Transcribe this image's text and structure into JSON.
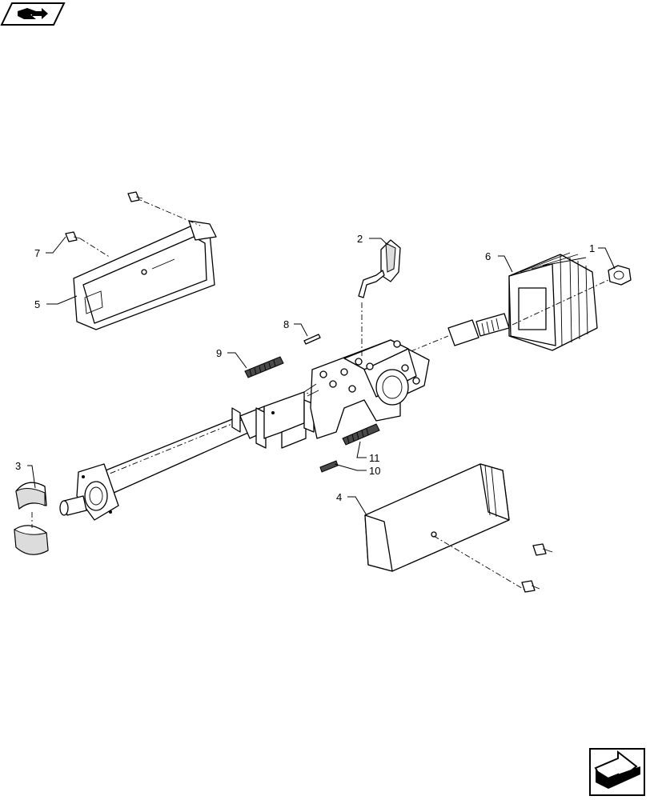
{
  "callouts": [
    {
      "id": "callout-1",
      "text": "1"
    },
    {
      "id": "callout-2",
      "text": "2"
    },
    {
      "id": "callout-3",
      "text": "3"
    },
    {
      "id": "callout-4",
      "text": "4"
    },
    {
      "id": "callout-5",
      "text": "5"
    },
    {
      "id": "callout-6",
      "text": "6"
    },
    {
      "id": "callout-7",
      "text": "7"
    },
    {
      "id": "callout-8",
      "text": "8"
    },
    {
      "id": "callout-9",
      "text": "9"
    },
    {
      "id": "callout-10",
      "text": "10"
    },
    {
      "id": "callout-11",
      "text": "11"
    }
  ],
  "icons": {
    "top_left": "page-nav-back-icon",
    "bottom_right": "page-nav-forward-icon"
  },
  "colors": {
    "line": "#000000",
    "background": "#ffffff"
  }
}
